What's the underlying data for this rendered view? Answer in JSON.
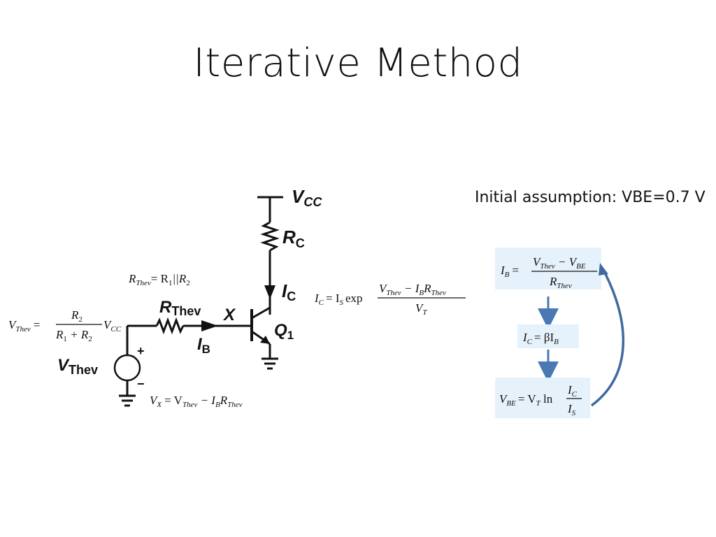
{
  "slide": {
    "title": "Iterative Method",
    "assumption": "Initial assumption: VBE=0.7 V"
  },
  "circuit": {
    "vcc_label": "V",
    "vcc_sub": "CC",
    "rc_label": "R",
    "rc_sub": "C",
    "ic_label": "I",
    "ic_sub": "C",
    "q1_label": "Q",
    "q1_sub": "1",
    "rthev_label": "R",
    "rthev_sub": "Thev",
    "x_label": "X",
    "ib_label": "I",
    "ib_sub": "B",
    "vthev_label": "V",
    "vthev_sub": "Thev",
    "plus": "+",
    "minus": "−"
  },
  "equations": {
    "rthev_eq": "R",
    "rthev_eq_sub": "Thev",
    "rthev_eq_rhs": "= R",
    "rthev_eq_rhs2": "||R",
    "vthev_lhs": "V",
    "vthev_lhs_sub": "Thev",
    "vthev_eq": "=",
    "vthev_num": "R",
    "vthev_num_sub": "2",
    "vthev_den": "R",
    "vthev_den_sub1": "1",
    "vthev_den_plus": " + R",
    "vthev_den_sub2": "2",
    "vthev_vcc": "V",
    "vthev_vcc_sub": "CC",
    "vx_lhs": "V",
    "vx_lhs_sub": "X",
    "vx_rhs": "= V",
    "vx_rhs_sub": "Thev",
    "vx_rhs2": " − I",
    "vx_rhs2_sub": "B",
    "vx_rhs3": "R",
    "vx_rhs3_sub": "Thev",
    "ic_lhs": "I",
    "ic_lhs_sub": "C",
    "ic_eq": "= I",
    "ic_eq_sub": "S",
    "ic_exp": "exp",
    "ic_num": "V",
    "ic_num_sub": "Thev",
    "ic_num2": " − I",
    "ic_num2_sub": "B",
    "ic_num3": "R",
    "ic_num3_sub": "Thev",
    "ic_den": "V",
    "ic_den_sub": "T"
  },
  "flow": {
    "box1_lhs": "I",
    "box1_lhs_sub": "B",
    "box1_eq": "=",
    "box1_num": "V",
    "box1_num_sub": "Thev",
    "box1_num2": " − V",
    "box1_num2_sub": "BE",
    "box1_den": "R",
    "box1_den_sub": "Thev",
    "box2_lhs": "I",
    "box2_lhs_sub": "C",
    "box2_eq": "= βI",
    "box2_eq_sub": "B",
    "box3_lhs": "V",
    "box3_lhs_sub": "BE",
    "box3_eq": "= V",
    "box3_eq_sub": "T",
    "box3_ln": " ln",
    "box3_num": "I",
    "box3_num_sub": "C",
    "box3_den": "I",
    "box3_den_sub": "S",
    "arrow_color": "#4a78b5",
    "box_color": "#e6f2fb",
    "feedback_color": "#3f6aa0"
  }
}
